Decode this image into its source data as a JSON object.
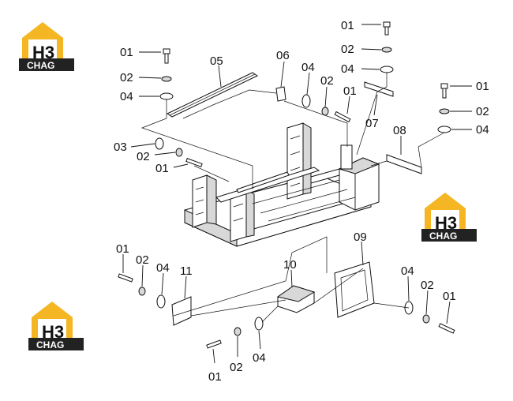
{
  "logo": {
    "mark": "H3",
    "text": "CHAG"
  },
  "labels": {
    "l01a": "01",
    "l02a": "02",
    "l04a": "04",
    "l05": "05",
    "l06": "06",
    "l04b": "04",
    "l02b": "02",
    "l01b": "01",
    "l01c": "01",
    "l02c": "02",
    "l04c": "04",
    "l07": "07",
    "l01d": "01",
    "l02d": "02",
    "l04d": "04",
    "l08": "08",
    "l03": "03",
    "l02e": "02",
    "l01e": "01",
    "l01f": "01",
    "l02f": "02",
    "l04f": "04",
    "l11": "11",
    "l10": "10",
    "l09": "09",
    "l04g": "04",
    "l02g": "02",
    "l01g": "01",
    "l01h": "01",
    "l02h": "02",
    "l04h": "04"
  }
}
